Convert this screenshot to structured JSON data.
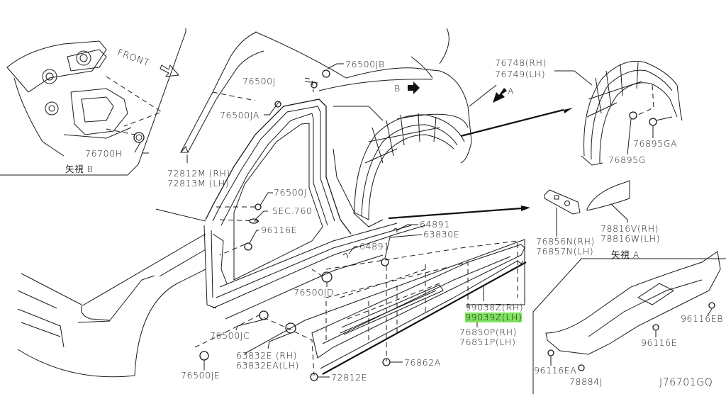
{
  "diagram": {
    "code": "J76701GQ",
    "highlight_color": "#7fe35f",
    "view_labels": {
      "view_b": "矢視 B",
      "view_a": "矢視 A",
      "front": "FRONT",
      "arrow_a": "A",
      "arrow_b": "B"
    },
    "parts": {
      "p76700H": "76700H",
      "p76500JB": "76500JB",
      "p76500J_top": "76500J",
      "p76500JA": "76500JA",
      "p72812M": "72812M (RH)",
      "p72813M": "72813M (LH)",
      "p76500J_mid": "76500J",
      "sec760": "SEC.760",
      "p96116E_left": "96116E",
      "p64891_a": "64891",
      "p63830E": "63830E",
      "p64891_b": "64891",
      "p76500JD": "76500JD",
      "p76500JC": "76500JC",
      "p76500JE": "76500JE",
      "p63832E": "63832E  (RH)",
      "p63832EA": "63832EA(LH)",
      "p72812E": "72812E",
      "p76862A": "76862A",
      "p99038Z": "99038Z(RH)",
      "p99039Z": "99039Z(LH)",
      "p76850P": "76850P(RH)",
      "p76851P": "76851P(LH)",
      "p76748": "76748(RH)",
      "p76749": "76749(LH)",
      "p76895GA": "76895GA",
      "p76895G": "76895G",
      "p76856N": "76856N(RH)",
      "p76857N": "76857N(LH)",
      "p78816V": "78816V(RH)",
      "p78816W": "78816W(LH)",
      "p96116EB": "96116EB",
      "p96116E_right": "96116E",
      "p96116EA": "96116EA",
      "p78884J": "78884J"
    }
  }
}
